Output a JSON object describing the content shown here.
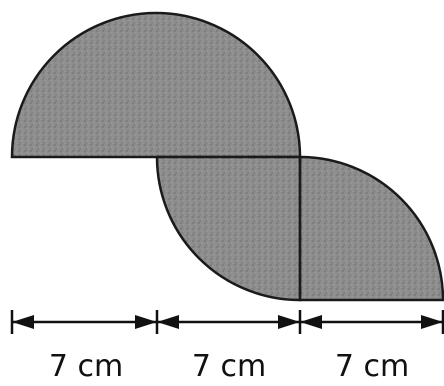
{
  "diagram": {
    "segments": [
      {
        "label": "7 cm"
      },
      {
        "label": "7 cm"
      },
      {
        "label": "7 cm"
      }
    ],
    "colors": {
      "shape_fill": "#8a8a8a",
      "outline": "#1a1a1a",
      "dimension_line": "#111111",
      "background": "#ffffff"
    }
  }
}
